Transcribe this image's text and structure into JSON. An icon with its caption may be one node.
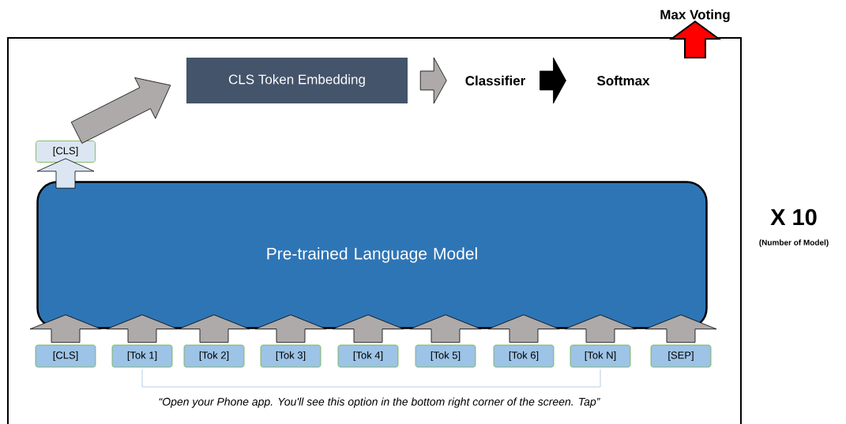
{
  "diagram": {
    "nodes": [
      {
        "text": [],
        "shape": "box",
        "beside": [
          "X 10",
          "(Number of Model)"
        ]
      },
      {
        "text": [
          "Max Voting"
        ]
      },
      {
        "text": [
          "CLS Token Embedding"
        ],
        "in": 0
      },
      {
        "text": [
          "Classifier"
        ],
        "in": 0
      },
      {
        "text": [
          "Softmax"
        ],
        "in": 0
      },
      {
        "text": [
          "Pre-trained Language Model"
        ],
        "in": 0
      },
      {
        "text": [
          "[CLS]"
        ],
        "in": 0
      },
      {
        "text": [
          "[CLS]"
        ],
        "in": 0
      },
      {
        "text": [
          "[Tok 1]"
        ],
        "in": 0
      },
      {
        "text": [
          "[Tok 2]"
        ],
        "in": 0
      },
      {
        "text": [
          "[Tok 3]"
        ],
        "in": 0
      },
      {
        "text": [
          "[Tok 4]"
        ],
        "in": 0
      },
      {
        "text": [
          "[Tok 5]"
        ],
        "in": 0
      },
      {
        "text": [
          "[Tok 6]"
        ],
        "in": 0
      },
      {
        "text": [
          "[Tok N]"
        ],
        "in": 0
      },
      {
        "text": [
          "[SEP]"
        ],
        "in": 0
      }
    ],
    "edges": [
      {
        "from": 0,
        "to": 1,
        "arrow": "to",
        "color": "#ff0000"
      },
      {
        "from": 6,
        "to": 2,
        "arrow": "to"
      },
      {
        "from": 2,
        "to": 3,
        "arrow": "to"
      },
      {
        "from": 3,
        "to": 4,
        "arrow": "to",
        "color": "#000000"
      },
      {
        "from": 5,
        "to": 6,
        "arrow": "to",
        "color": "#dce6f2"
      },
      {
        "from": 7,
        "to": 5,
        "arrow": "to"
      },
      {
        "from": 8,
        "to": 5,
        "arrow": "to"
      },
      {
        "from": 9,
        "to": 5,
        "arrow": "to"
      },
      {
        "from": 10,
        "to": 5,
        "arrow": "to"
      },
      {
        "from": 11,
        "to": 5,
        "arrow": "to"
      },
      {
        "from": 12,
        "to": 5,
        "arrow": "to"
      },
      {
        "from": 13,
        "to": 5,
        "arrow": "to"
      },
      {
        "from": 14,
        "to": 5,
        "arrow": "to"
      },
      {
        "from": 15,
        "to": 5,
        "arrow": "to"
      }
    ],
    "labels": [
      "“Open your Phone app. You'll see this option in the bottom right corner of the screen. Tap”"
    ]
  }
}
